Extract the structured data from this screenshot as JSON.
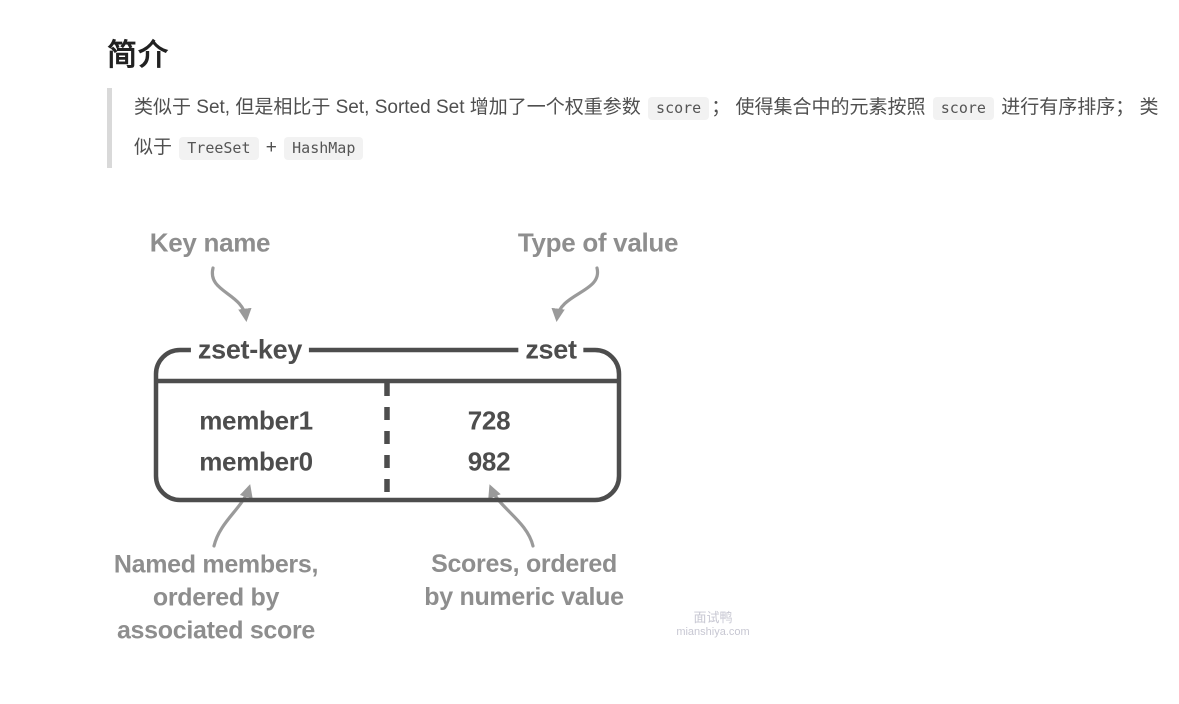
{
  "heading": "简介",
  "blockquote": {
    "segments": [
      {
        "t": "text",
        "v": "类似于 Set, 但是相比于 Set, Sorted Set 增加了一个权重参数 "
      },
      {
        "t": "code",
        "v": "score"
      },
      {
        "t": "text",
        "v": "； 使得集合中的元素按照 "
      },
      {
        "t": "code",
        "v": "score"
      },
      {
        "t": "text",
        "v": " 进行有序排序； 类似于 "
      },
      {
        "t": "code",
        "v": "TreeSet"
      },
      {
        "t": "text",
        "v": " + "
      },
      {
        "t": "code",
        "v": "HashMap"
      }
    ]
  },
  "diagram": {
    "key_name_label": "Key name",
    "type_of_value_label": "Type of value",
    "box": {
      "key": "zset-key",
      "type": "zset",
      "rows": [
        {
          "member": "member1",
          "score": "728"
        },
        {
          "member": "member0",
          "score": "982"
        }
      ]
    },
    "members_note": {
      "line1": "Named members,",
      "line2": "ordered by",
      "line3": "associated score"
    },
    "scores_note": {
      "line1": "Scores, ordered",
      "line2": "by numeric value"
    },
    "watermark": {
      "line1": "面试鸭",
      "line2": "mianshiya.com"
    }
  },
  "colors": {
    "box_stroke": "#4d4d4d",
    "arrow": "#9a9a9a",
    "note_text": "#8e8e8e",
    "box_text": "#4d4d4d",
    "code_bg": "#f2f2f2",
    "quote_bar": "#d9d9d9"
  }
}
